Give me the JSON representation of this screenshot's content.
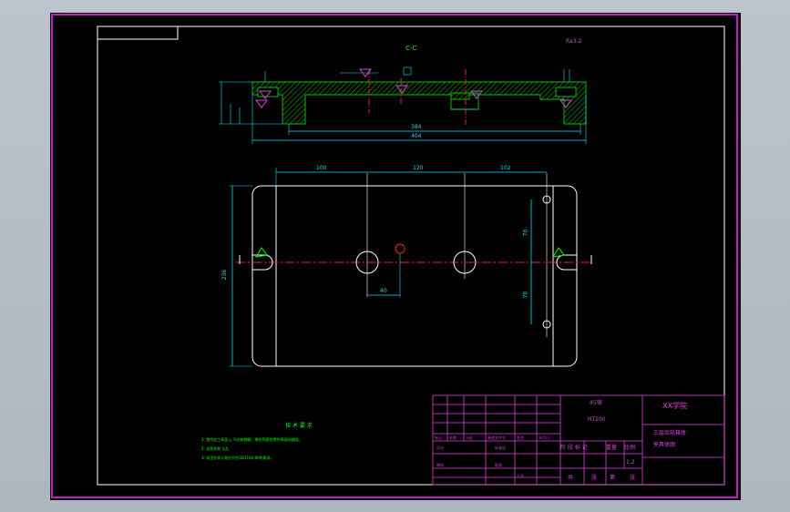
{
  "colors": {
    "background": "#000000",
    "viewport": "#b9c0c9",
    "frame": "#ffffff",
    "border_outer": "#c020c0",
    "dimension": "#00e5ff",
    "section_hatch": "#00c000",
    "centerline": "#ff2020",
    "annotation": "#e040e0",
    "title_block": "#e040e0",
    "note_text": "#00ff00"
  },
  "section_label": "C-C",
  "top_right_mark": "Ra3.2",
  "dimensions": {
    "section_inner_width": "384",
    "section_overall_width": "404",
    "plan_left_offset": "100",
    "plan_middle": "120",
    "plan_right_offset": "102",
    "plan_height": "236",
    "hole_offset": "40",
    "right_upper": "70",
    "right_lower": "70"
  },
  "notes": {
    "heading": "技 术 要 求",
    "lines": [
      "1. 零件加工表面上,不应有划痕、擦伤等损伤零件表面的缺陷。",
      "2. 去除毛刺飞边。",
      "3. 未注形状公差应符合GB1184-80的要求。"
    ]
  },
  "title_block": {
    "material_code": "45钢",
    "material_sub": "HT200",
    "school": "XX学院",
    "drawing_name_line1": "三层齿轮箱体",
    "drawing_name_line2": "夹具体图",
    "stage_label": "阶 段 标 记",
    "weight_label": "重量",
    "scale_label": "比例",
    "scale_value": "1:2",
    "sheet_labels": [
      "共",
      "张",
      "第",
      "张"
    ],
    "row_labels": [
      "标记",
      "处数",
      "分区",
      "更改文件号",
      "签名",
      "年月日"
    ],
    "people": [
      "设计",
      "审核",
      "工艺"
    ],
    "col_labels": [
      "标准化",
      "批准"
    ]
  }
}
